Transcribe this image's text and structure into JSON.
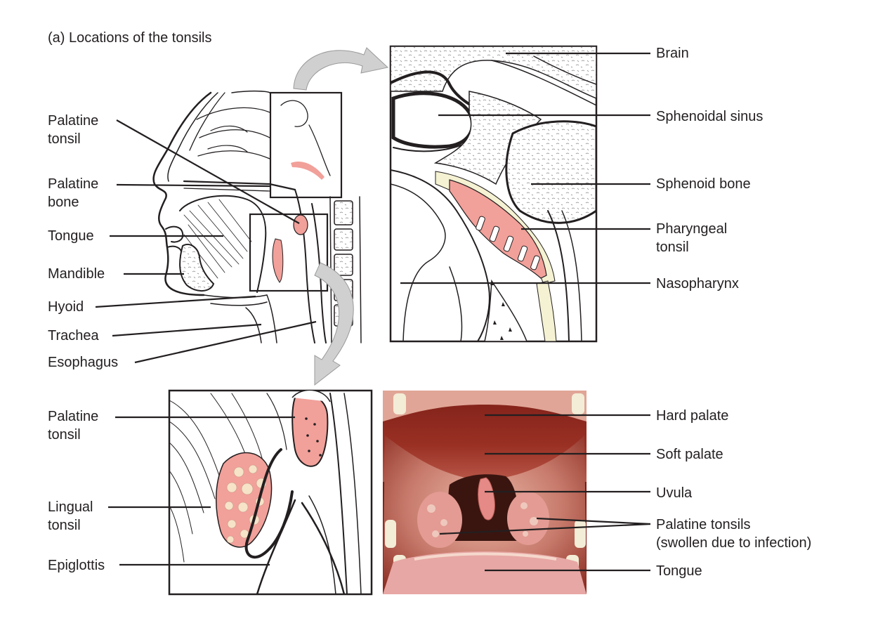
{
  "title": "(a) Locations of the tonsils",
  "colors": {
    "tonsil": "#f2a09a",
    "tonsil_dark": "#e8756d",
    "mucosa": "#f4f2d2",
    "ink": "#231f20",
    "arrow": "#cfcfcf"
  },
  "left_labels": {
    "palatine_tonsil": [
      "Palatine",
      "tonsil"
    ],
    "palatine_bone": [
      "Palatine",
      "bone"
    ],
    "tongue": "Tongue",
    "mandible": "Mandible",
    "hyoid": "Hyoid",
    "trachea": "Trachea",
    "esophagus": "Esophagus"
  },
  "top_right_labels": {
    "brain": "Brain",
    "sphenoidal_sinus": "Sphenoidal sinus",
    "sphenoid_bone": "Sphenoid bone",
    "pharyngeal_tonsil": [
      "Pharyngeal",
      "tonsil"
    ],
    "nasopharynx": "Nasopharynx"
  },
  "bottom_left_labels": {
    "palatine_tonsil": [
      "Palatine",
      "tonsil"
    ],
    "lingual_tonsil": [
      "Lingual",
      "tonsil"
    ],
    "epiglottis": "Epiglottis"
  },
  "photo_labels": {
    "hard_palate": "Hard palate",
    "soft_palate": "Soft palate",
    "uvula": "Uvula",
    "palatine_tonsils": [
      "Palatine tonsils",
      "(swollen due to infection)"
    ],
    "tongue": "Tongue"
  }
}
